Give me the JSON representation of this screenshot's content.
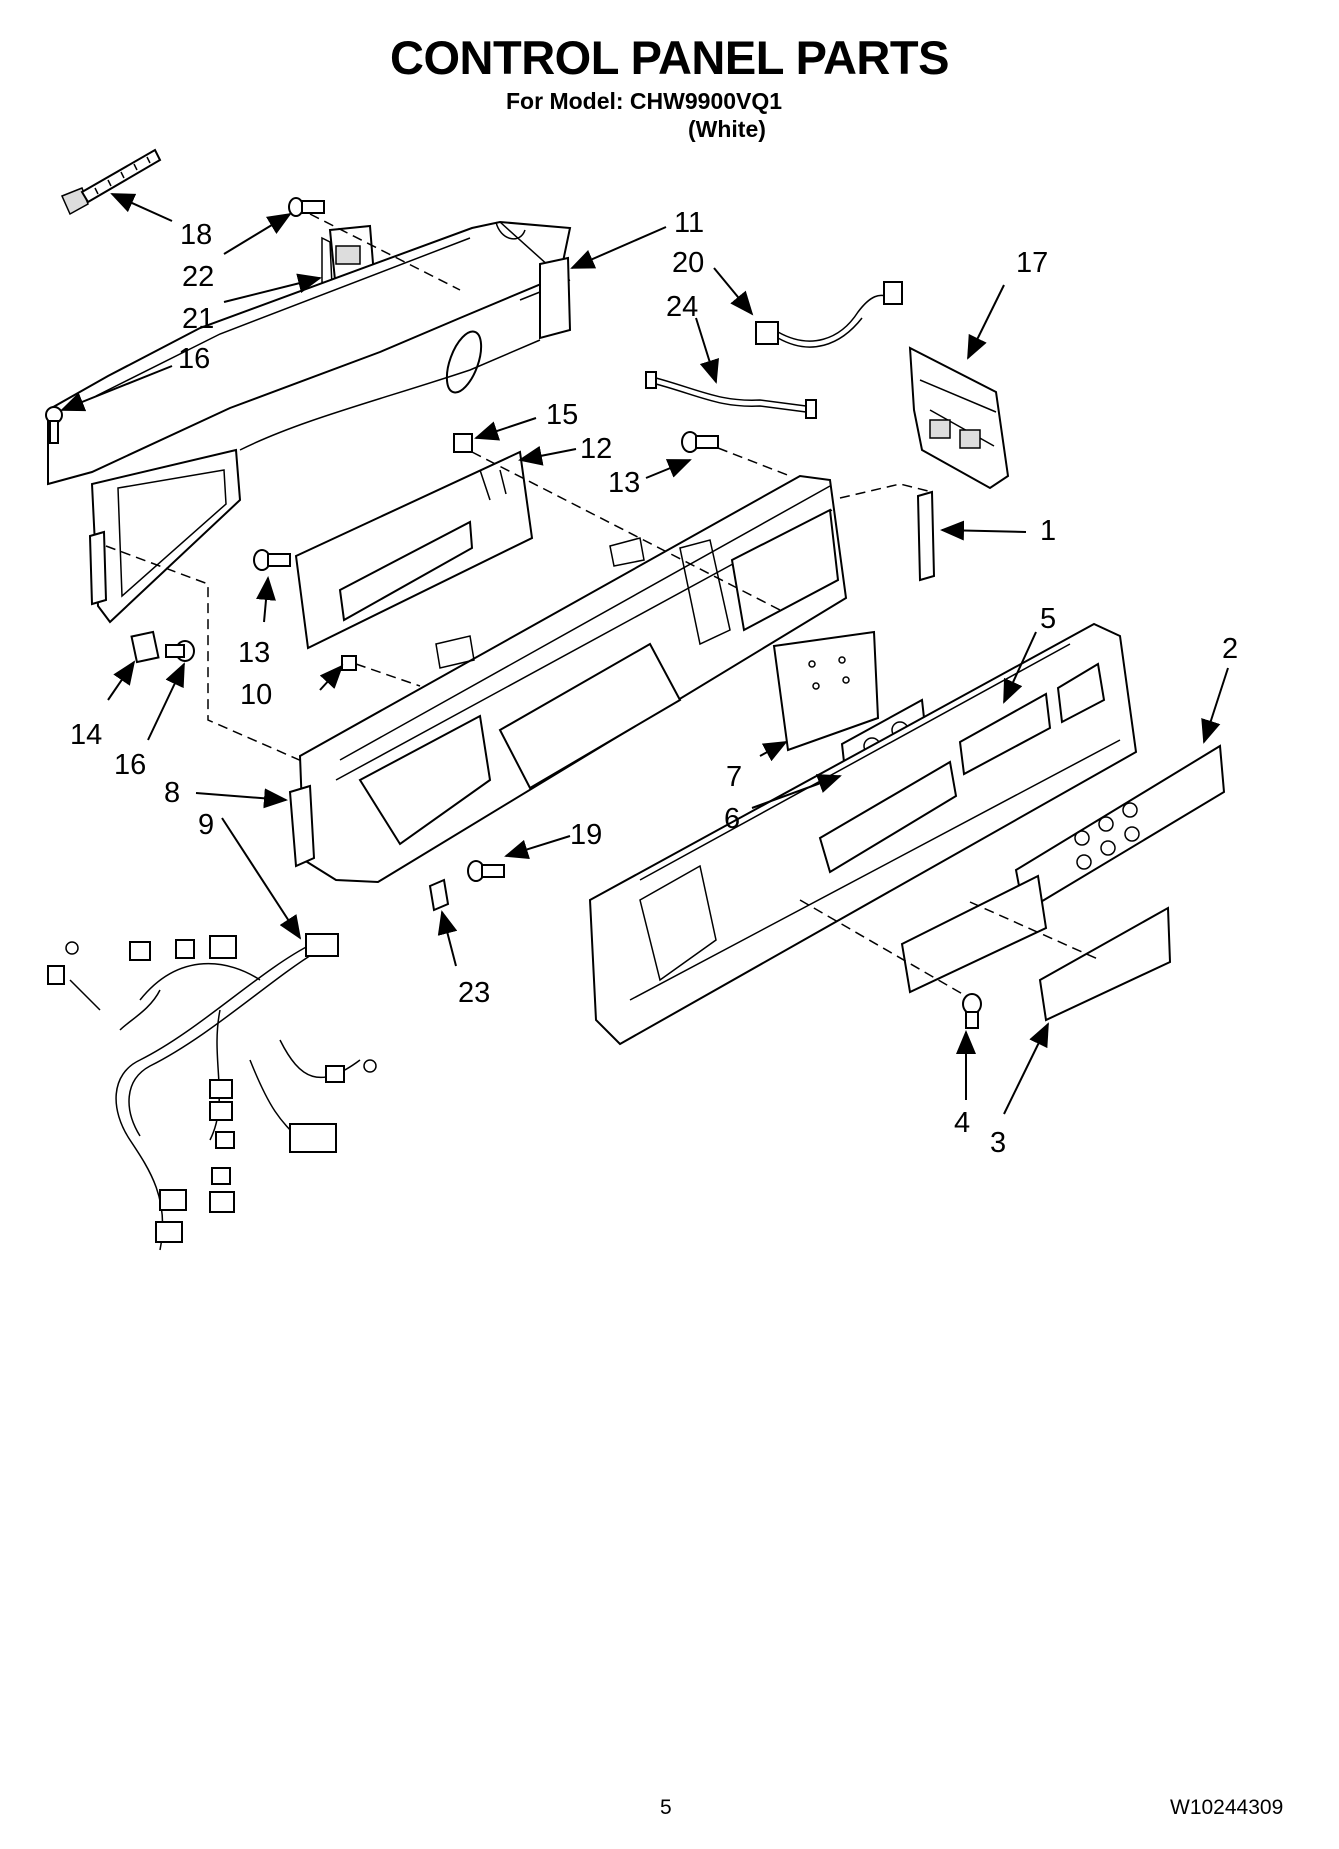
{
  "header": {
    "title": "CONTROL PANEL PARTS",
    "model_line": "For Model: CHW9900VQ1",
    "color_line": "(White)"
  },
  "footer": {
    "page_number": "5",
    "document_number": "W10244309"
  },
  "callouts": {
    "c1": "1",
    "c2": "2",
    "c3": "3",
    "c4": "4",
    "c5": "5",
    "c6": "6",
    "c7": "7",
    "c8": "8",
    "c9": "9",
    "c10": "10",
    "c11": "11",
    "c12": "12",
    "c13a": "13",
    "c13b": "13",
    "c14": "14",
    "c15": "15",
    "c16a": "16",
    "c16b": "16",
    "c17": "17",
    "c18": "18",
    "c19": "19",
    "c20": "20",
    "c21": "21",
    "c22": "22",
    "c23": "23",
    "c24": "24"
  }
}
